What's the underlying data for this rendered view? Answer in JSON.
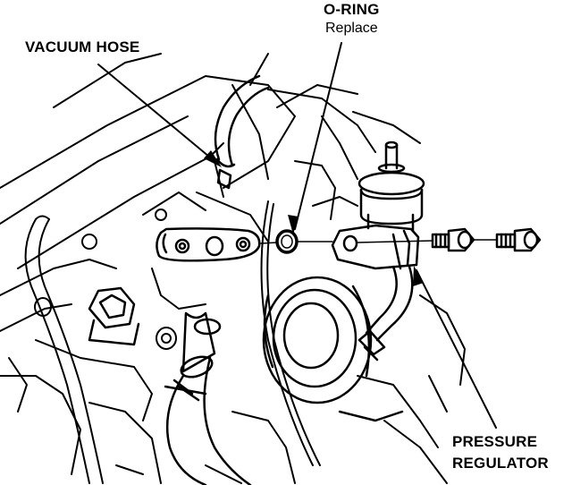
{
  "labels": {
    "vacuum_hose": "VACUUM HOSE",
    "o_ring": "O-RING",
    "o_ring_note": "Replace",
    "pressure": "PRESSURE",
    "regulator": "REGULATOR"
  },
  "colors": {
    "ink": "#000000",
    "paper": "#ffffff"
  }
}
